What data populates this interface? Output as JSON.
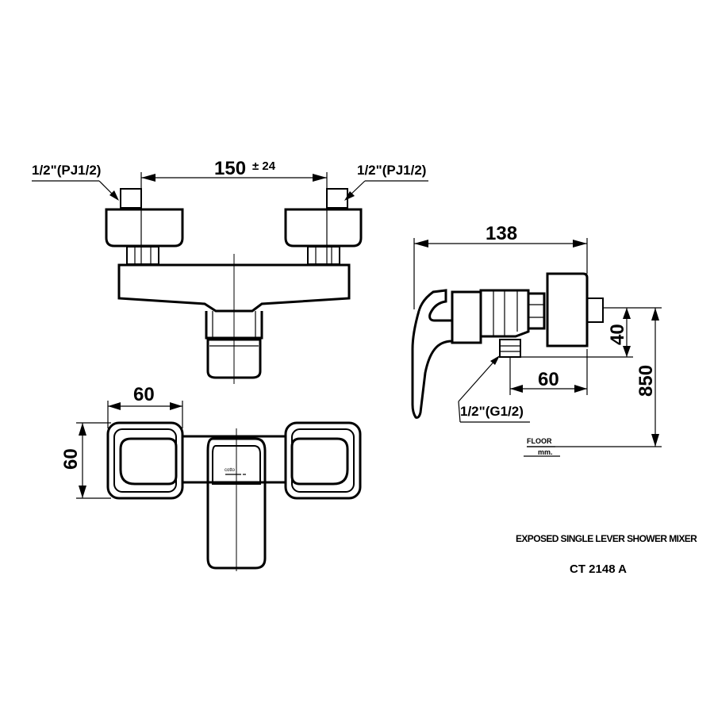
{
  "front_view": {
    "width_dimension": "150",
    "tolerance": "± 24",
    "left_inlet_label": "1/2\"(PJ1/2)",
    "right_inlet_label": "1/2\"(PJ1/2)"
  },
  "top_view": {
    "width_dimension": "60",
    "depth_dimension": "60",
    "logo_text": "cotto"
  },
  "side_view": {
    "depth_dimension": "138",
    "outlet_dimension": "60",
    "height_small_dimension": "40",
    "height_dimension": "850",
    "outlet_label": "1/2\"(G1/2)",
    "floor_label": "FLOOR",
    "unit_label": "mm."
  },
  "title_block": {
    "product_name": "EXPOSED SINGLE LEVER SHOWER MIXER",
    "model": "CT 2148 A"
  }
}
